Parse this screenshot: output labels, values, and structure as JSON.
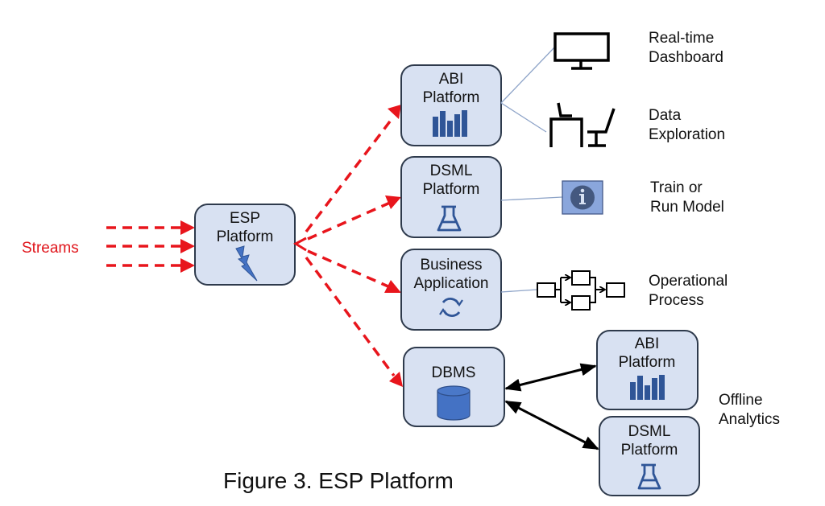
{
  "figure": {
    "caption": "Figure 3. ESP Platform"
  },
  "colors": {
    "stream_arrows": "#e8151c",
    "node_fill": "#d8e1f2",
    "node_border": "#2e3a4c",
    "icon_blue": "#2f5597",
    "link_gray": "#8ea4c8"
  },
  "streams": {
    "label": "Streams",
    "count": 3
  },
  "nodes": {
    "esp": {
      "line1": "ESP",
      "line2": "Platform",
      "icon": "lightning-icon"
    },
    "abi": {
      "line1": "ABI",
      "line2": "Platform",
      "icon": "bar-chart-icon"
    },
    "dsml": {
      "line1": "DSML",
      "line2": "Platform",
      "icon": "flask-icon"
    },
    "business": {
      "line1": "Business",
      "line2": "Application",
      "icon": "refresh-cycle-icon"
    },
    "dbms": {
      "line1": "DBMS",
      "icon": "database-cylinder-icon"
    },
    "offline_abi": {
      "line1": "ABI",
      "line2": "Platform",
      "icon": "bar-chart-icon"
    },
    "offline_dsml": {
      "line1": "DSML",
      "line2": "Platform",
      "icon": "flask-icon"
    }
  },
  "outcomes": {
    "dashboard": {
      "line1": "Real-time",
      "line2": "Dashboard",
      "icon": "monitor-icon"
    },
    "exploration": {
      "line1": "Data",
      "line2": "Exploration",
      "icon": "desk-chair-icon"
    },
    "model": {
      "line1": "Train or",
      "line2": "Run Model",
      "icon": "info-icon"
    },
    "process": {
      "line1": "Operational",
      "line2": "Process",
      "icon": "process-flow-icon"
    },
    "offline": {
      "line1": "Offline",
      "line2": "Analytics"
    }
  }
}
